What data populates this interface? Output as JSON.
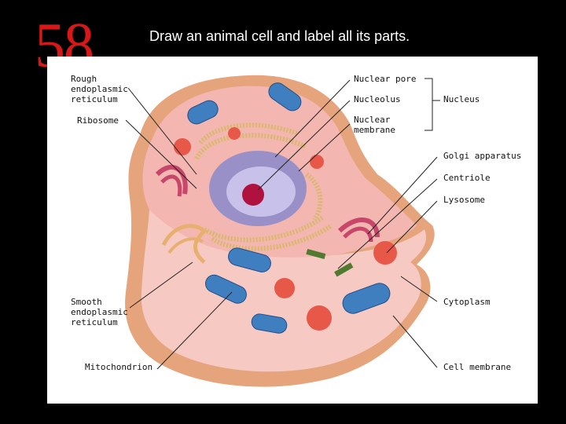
{
  "slide": {
    "number": "58",
    "title": "Draw an animal cell and label all its parts."
  },
  "diagram": {
    "labels_left": {
      "rough_er_1": "Rough",
      "rough_er_2": "endoplasmic",
      "rough_er_3": "reticulum",
      "ribosome": "Ribosome",
      "smooth_er_1": "Smooth",
      "smooth_er_2": "endoplasmic",
      "smooth_er_3": "reticulum",
      "mitochondrion": "Mitochondrion"
    },
    "labels_right": {
      "nuclear_pore": "Nuclear pore",
      "nucleolus": "Nucleolus",
      "nuclear_membrane_1": "Nuclear",
      "nuclear_membrane_2": "membrane",
      "nucleus": "Nucleus",
      "golgi": "Golgi apparatus",
      "centriole": "Centriole",
      "lysosome": "Lysosome",
      "cytoplasm": "Cytoplasm",
      "cell_membrane": "Cell membrane"
    },
    "colors": {
      "membrane_outer": "#e6a47c",
      "cytoplasm": "#f3b6b0",
      "cut_face": "#f7c9c3",
      "nucleus": "#9a90c8",
      "nucleolus": "#b0123f",
      "mitochondria": "#3f7fc0",
      "lysosome": "#e85848",
      "golgi": "#d49a48",
      "smooth_er": "#e8b070",
      "centriole": "#4f7a30"
    }
  }
}
